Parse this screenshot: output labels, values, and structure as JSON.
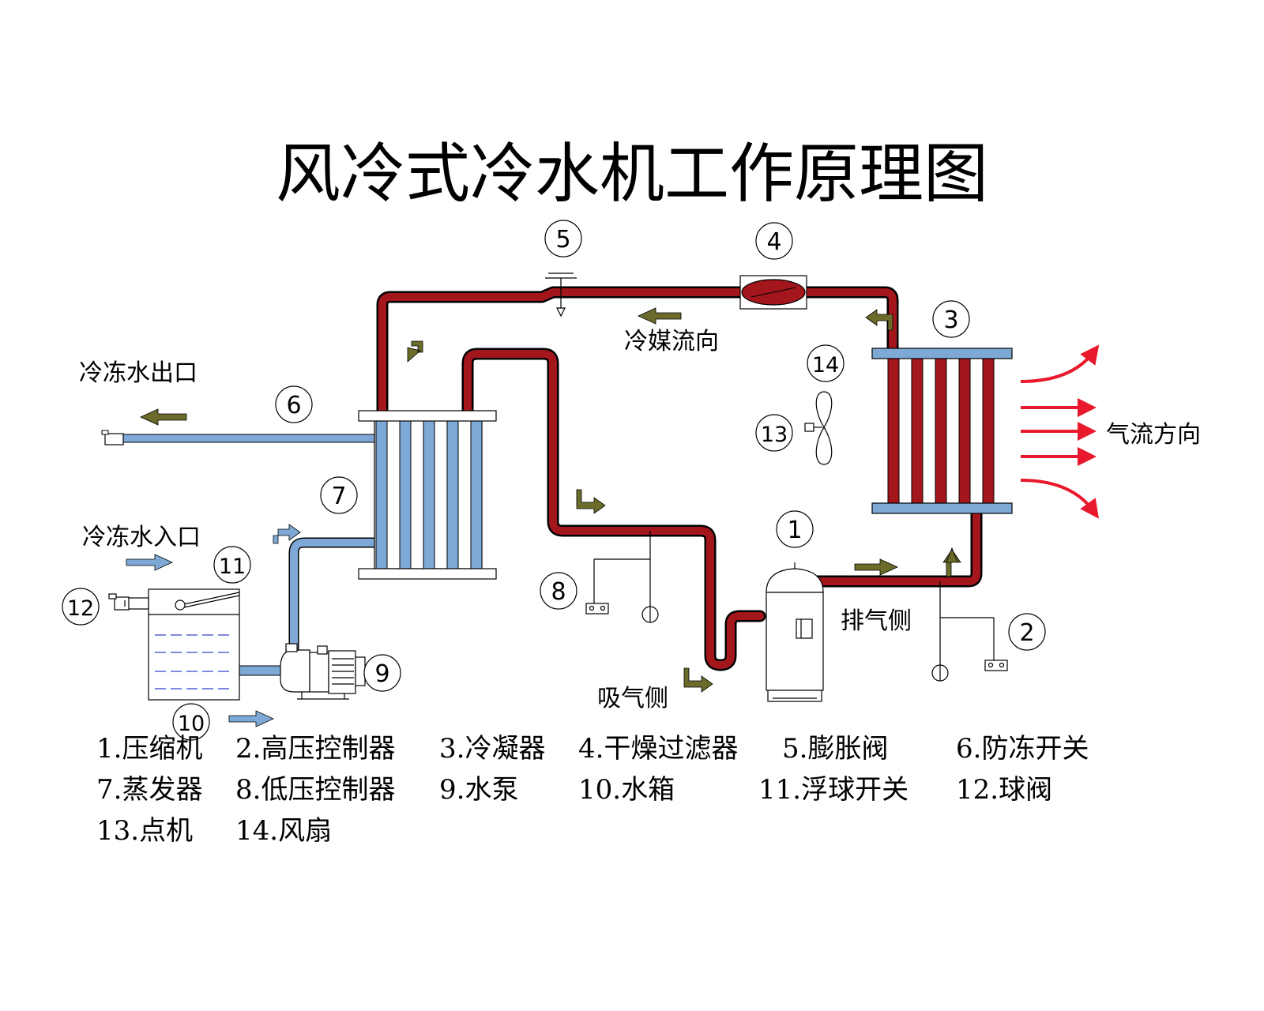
{
  "title": "风冷式冷水机工作原理图",
  "labels": {
    "refrigerant_flow": "冷媒流向",
    "chilled_water_outlet": "冷冻水出口",
    "chilled_water_inlet": "冷冻水入口",
    "airflow_direction": "气流方向",
    "discharge_side": "排气侧",
    "suction_side": "吸气侧"
  },
  "callouts": [
    "1",
    "2",
    "3",
    "4",
    "5",
    "6",
    "7",
    "8",
    "9",
    "10",
    "11",
    "12",
    "13",
    "14"
  ],
  "legend": [
    [
      "1.压缩机",
      "2.高压控制器",
      "3.冷凝器",
      "4.干燥过滤器",
      "5.膨胀阀",
      "6.防冻开关"
    ],
    [
      "7.蒸发器",
      "8.低压控制器",
      "9.水泵",
      "10.水箱",
      "11.浮球开关",
      "12.球阀"
    ],
    [
      "13.点机",
      "14.风扇"
    ]
  ],
  "colors": {
    "refrigerant_pipe": "#a3161c",
    "water_pipe": "#7ea9d6",
    "flow_arrow": "#6b6b2a",
    "air_arrow": "#e8192c"
  }
}
